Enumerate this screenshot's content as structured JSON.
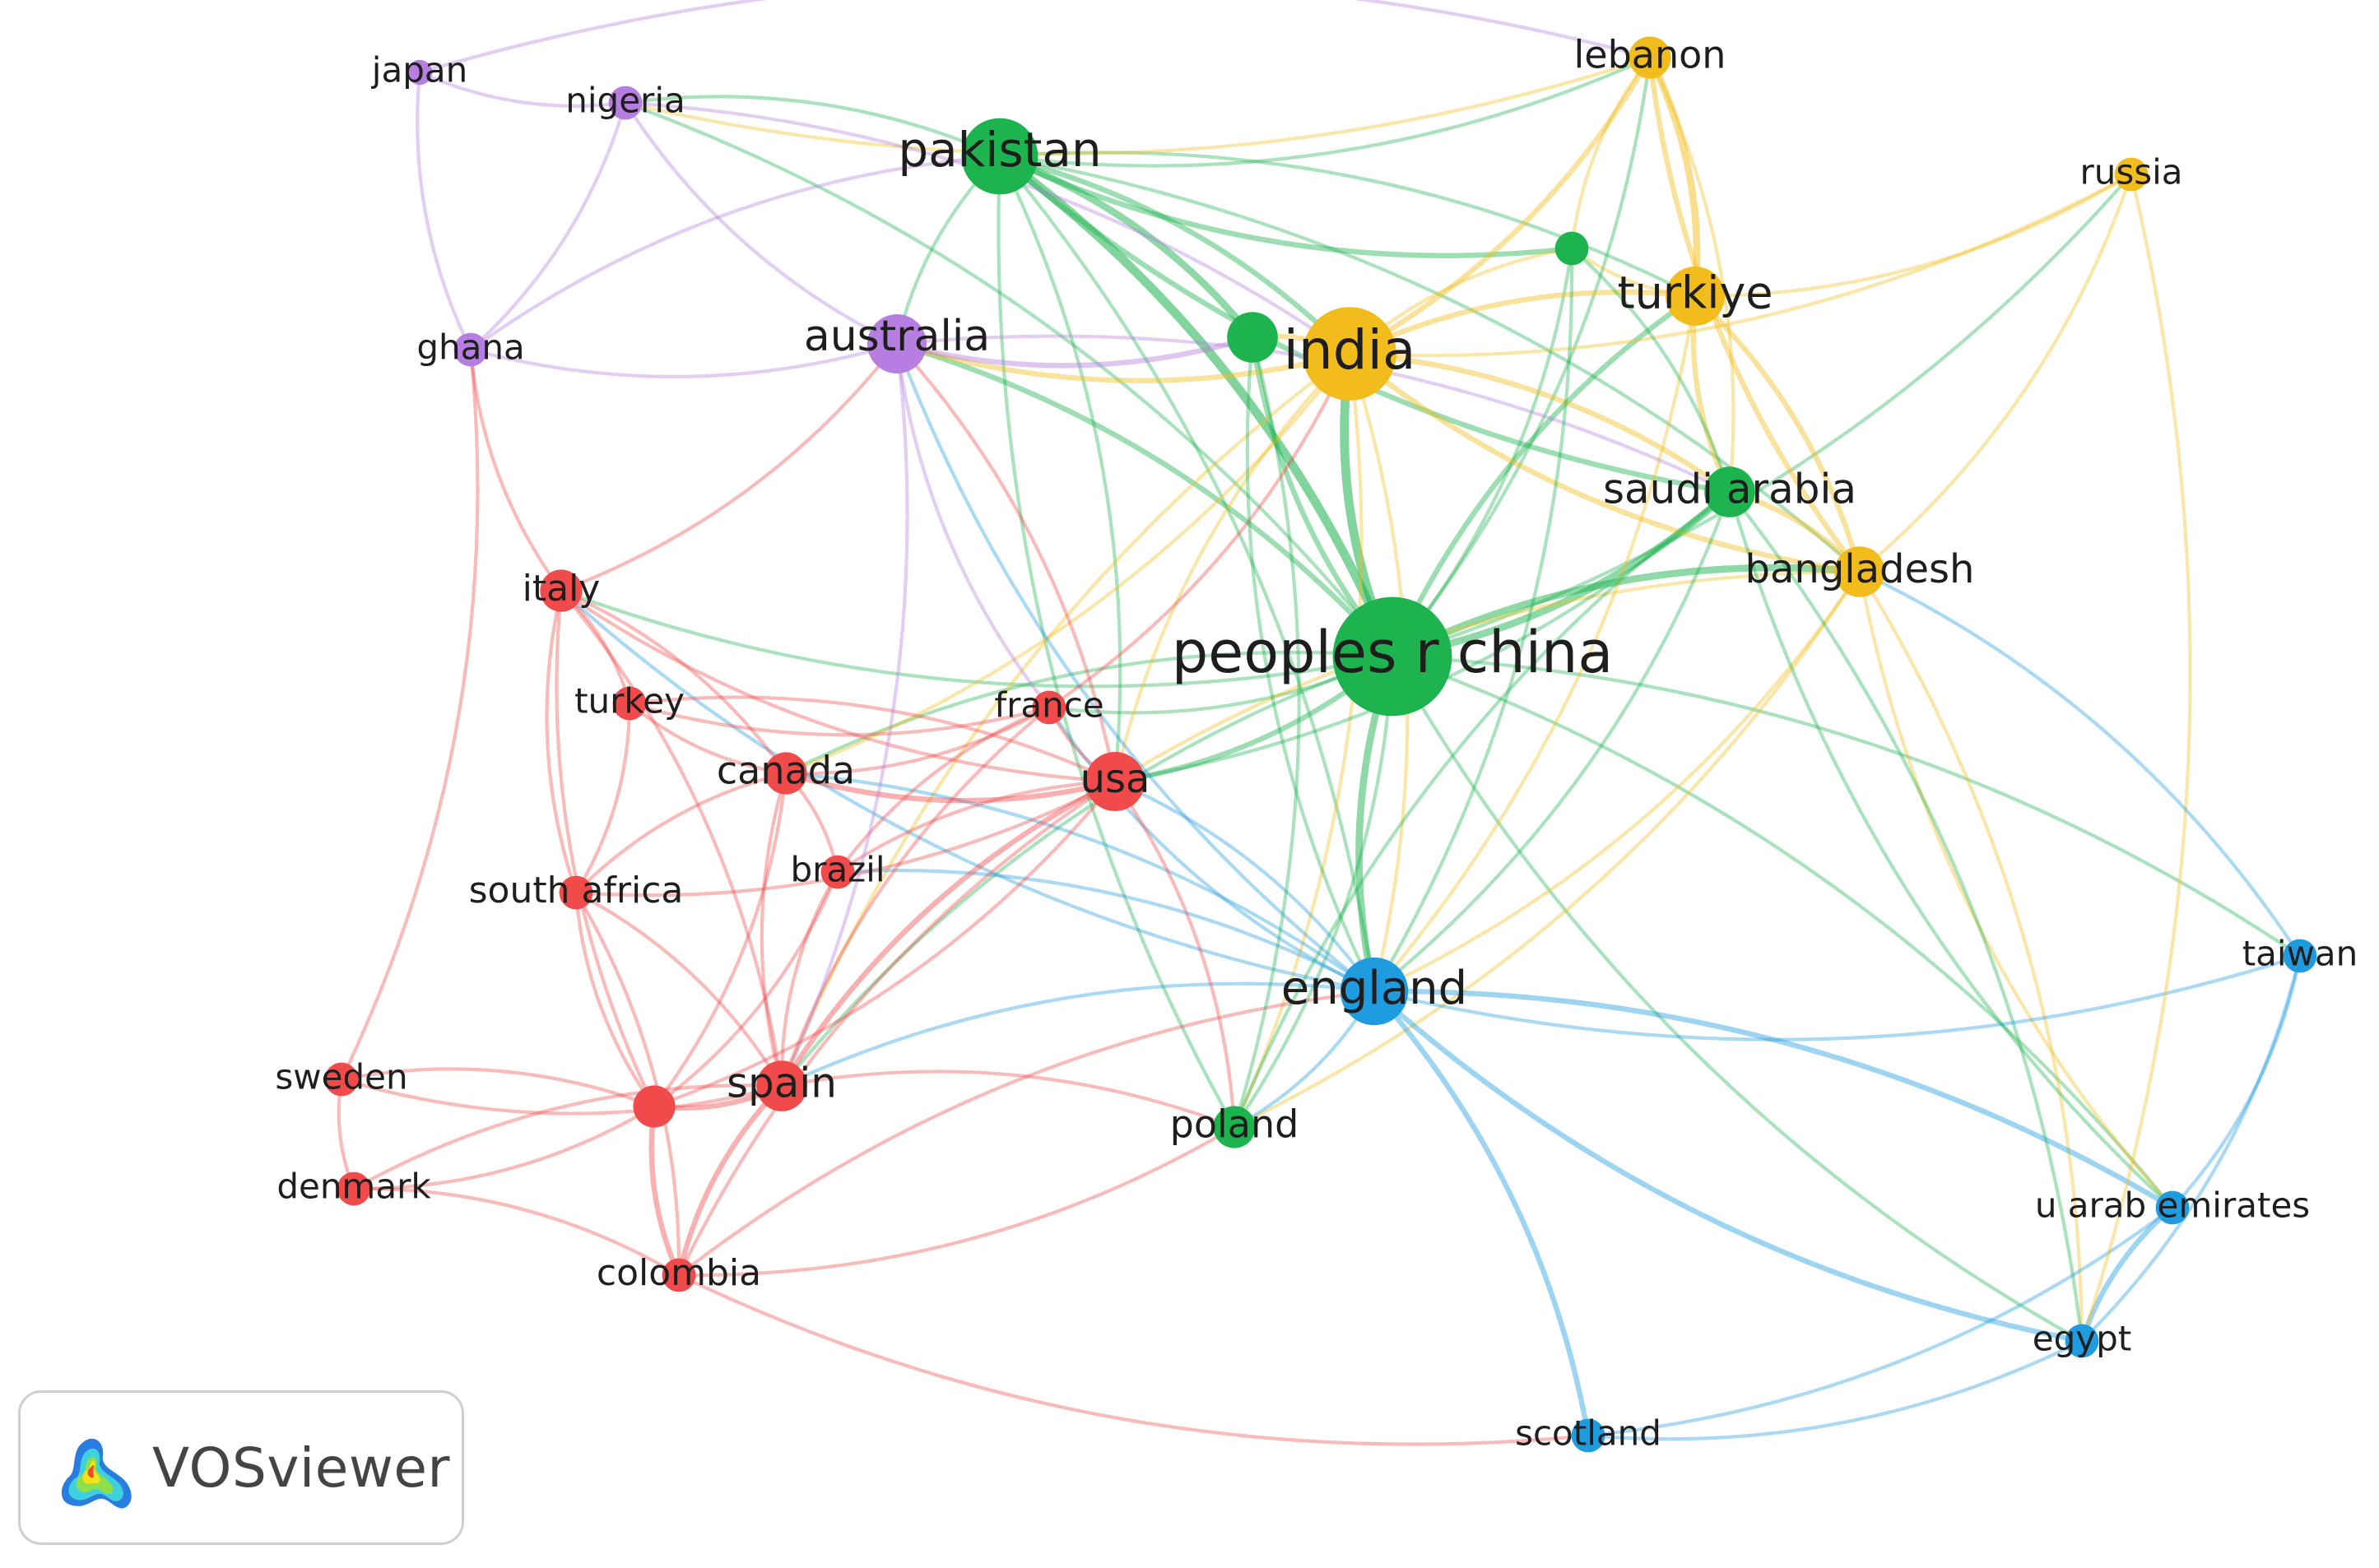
{
  "clusters": {
    "red": "#f04a4a",
    "green": "#1db34f",
    "blue": "#1f9ce0",
    "yellow": "#f2bd1c",
    "purple": "#b57ee0"
  },
  "nodes": [
    {
      "id": "japan",
      "label": "japan",
      "cluster": "purple",
      "weight": 1
    },
    {
      "id": "nigeria",
      "label": "nigeria",
      "cluster": "purple",
      "weight": 2
    },
    {
      "id": "ghana",
      "label": "ghana",
      "cluster": "purple",
      "weight": 2
    },
    {
      "id": "australia",
      "label": "australia",
      "cluster": "purple",
      "weight": 5
    },
    {
      "id": "pakistan",
      "label": "pakistan",
      "cluster": "green",
      "weight": 7
    },
    {
      "id": "green_small",
      "label": "",
      "cluster": "green",
      "weight": 2
    },
    {
      "id": "green_mid",
      "label": "",
      "cluster": "green",
      "weight": 4
    },
    {
      "id": "india",
      "label": "india",
      "cluster": "yellow",
      "weight": 9
    },
    {
      "id": "lebanon",
      "label": "lebanon",
      "cluster": "yellow",
      "weight": 3
    },
    {
      "id": "russia",
      "label": "russia",
      "cluster": "yellow",
      "weight": 2
    },
    {
      "id": "turkiye",
      "label": "turkiye",
      "cluster": "yellow",
      "weight": 5
    },
    {
      "id": "saudi_arabia",
      "label": "saudi arabia",
      "cluster": "green",
      "weight": 4
    },
    {
      "id": "bangladesh",
      "label": "bangladesh",
      "cluster": "yellow",
      "weight": 4
    },
    {
      "id": "peoples_r_china",
      "label": "peoples r china",
      "cluster": "green",
      "weight": 12
    },
    {
      "id": "italy",
      "label": "italy",
      "cluster": "red",
      "weight": 3
    },
    {
      "id": "turkey",
      "label": "turkey",
      "cluster": "red",
      "weight": 2
    },
    {
      "id": "france",
      "label": "france",
      "cluster": "red",
      "weight": 2
    },
    {
      "id": "canada",
      "label": "canada",
      "cluster": "red",
      "weight": 3
    },
    {
      "id": "usa",
      "label": "usa",
      "cluster": "red",
      "weight": 5
    },
    {
      "id": "brazil",
      "label": "brazil",
      "cluster": "red",
      "weight": 2
    },
    {
      "id": "south_africa",
      "label": "south africa",
      "cluster": "red",
      "weight": 2
    },
    {
      "id": "red_unlabeled",
      "label": "",
      "cluster": "red",
      "weight": 3
    },
    {
      "id": "spain",
      "label": "spain",
      "cluster": "red",
      "weight": 4
    },
    {
      "id": "sweden",
      "label": "sweden",
      "cluster": "red",
      "weight": 2
    },
    {
      "id": "denmark",
      "label": "denmark",
      "cluster": "red",
      "weight": 2
    },
    {
      "id": "colombia",
      "label": "colombia",
      "cluster": "red",
      "weight": 2
    },
    {
      "id": "england",
      "label": "england",
      "cluster": "blue",
      "weight": 6
    },
    {
      "id": "poland",
      "label": "poland",
      "cluster": "green",
      "weight": 3
    },
    {
      "id": "taiwan",
      "label": "taiwan",
      "cluster": "blue",
      "weight": 2
    },
    {
      "id": "u_arab_emirates",
      "label": "u arab emirates",
      "cluster": "blue",
      "weight": 2
    },
    {
      "id": "egypt",
      "label": "egypt",
      "cluster": "blue",
      "weight": 2
    },
    {
      "id": "scotland",
      "label": "scotland",
      "cluster": "blue",
      "weight": 2
    }
  ],
  "edges": [
    [
      "peoples_r_china",
      "pakistan",
      4
    ],
    [
      "peoples_r_china",
      "india",
      4
    ],
    [
      "peoples_r_china",
      "saudi_arabia",
      3
    ],
    [
      "peoples_r_china",
      "bangladesh",
      3
    ],
    [
      "peoples_r_china",
      "england",
      3
    ],
    [
      "peoples_r_china",
      "usa",
      2
    ],
    [
      "peoples_r_china",
      "australia",
      2
    ],
    [
      "peoples_r_china",
      "turkiye",
      2
    ],
    [
      "peoples_r_china",
      "lebanon",
      1
    ],
    [
      "peoples_r_china",
      "green_mid",
      2
    ],
    [
      "peoples_r_china",
      "green_small",
      1
    ],
    [
      "peoples_r_china",
      "poland",
      1
    ],
    [
      "peoples_r_china",
      "canada",
      1
    ],
    [
      "peoples_r_china",
      "france",
      1
    ],
    [
      "peoples_r_china",
      "spain",
      1
    ],
    [
      "peoples_r_china",
      "taiwan",
      1
    ],
    [
      "peoples_r_china",
      "egypt",
      1
    ],
    [
      "peoples_r_china",
      "u_arab_emirates",
      1
    ],
    [
      "peoples_r_china",
      "russia",
      1
    ],
    [
      "peoples_r_china",
      "italy",
      1
    ],
    [
      "peoples_r_china",
      "nigeria",
      1
    ],
    [
      "pakistan",
      "india",
      2
    ],
    [
      "pakistan",
      "saudi_arabia",
      2
    ],
    [
      "pakistan",
      "green_mid",
      3
    ],
    [
      "pakistan",
      "green_small",
      2
    ],
    [
      "pakistan",
      "turkiye",
      1
    ],
    [
      "pakistan",
      "lebanon",
      1
    ],
    [
      "pakistan",
      "england",
      1
    ],
    [
      "pakistan",
      "poland",
      1
    ],
    [
      "pakistan",
      "bangladesh",
      1
    ],
    [
      "pakistan",
      "australia",
      1
    ],
    [
      "pakistan",
      "usa",
      1
    ],
    [
      "pakistan",
      "nigeria",
      1
    ],
    [
      "india",
      "turkiye",
      2
    ],
    [
      "india",
      "bangladesh",
      2
    ],
    [
      "india",
      "saudi_arabia",
      2
    ],
    [
      "india",
      "lebanon",
      2
    ],
    [
      "india",
      "england",
      1
    ],
    [
      "india",
      "usa",
      1
    ],
    [
      "india",
      "australia",
      2
    ],
    [
      "india",
      "russia",
      1
    ],
    [
      "india",
      "poland",
      1
    ],
    [
      "india",
      "green_mid",
      2
    ],
    [
      "india",
      "green_small",
      1
    ],
    [
      "india",
      "spain",
      1
    ],
    [
      "india",
      "canada",
      1
    ],
    [
      "turkiye",
      "lebanon",
      3
    ],
    [
      "turkiye",
      "bangladesh",
      2
    ],
    [
      "turkiye",
      "saudi_arabia",
      2
    ],
    [
      "turkiye",
      "green_small",
      1
    ],
    [
      "turkiye",
      "russia",
      1
    ],
    [
      "turkiye",
      "england",
      1
    ],
    [
      "lebanon",
      "bangladesh",
      2
    ],
    [
      "lebanon",
      "saudi_arabia",
      1
    ],
    [
      "lebanon",
      "green_small",
      1
    ],
    [
      "lebanon",
      "nigeria",
      1
    ],
    [
      "bangladesh",
      "saudi_arabia",
      2
    ],
    [
      "bangladesh",
      "england",
      1
    ],
    [
      "bangladesh",
      "usa",
      1
    ],
    [
      "bangladesh",
      "egypt",
      1
    ],
    [
      "bangladesh",
      "u_arab_emirates",
      1
    ],
    [
      "bangladesh",
      "poland",
      1
    ],
    [
      "bangladesh",
      "russia",
      1
    ],
    [
      "saudi_arabia",
      "england",
      1
    ],
    [
      "saudi_arabia",
      "green_small",
      1
    ],
    [
      "saudi_arabia",
      "egypt",
      1
    ],
    [
      "saudi_arabia",
      "u_arab_emirates",
      1
    ],
    [
      "saudi_arabia",
      "usa",
      1
    ],
    [
      "england",
      "usa",
      1
    ],
    [
      "england",
      "scotland",
      2
    ],
    [
      "england",
      "egypt",
      2
    ],
    [
      "england",
      "u_arab_emirates",
      2
    ],
    [
      "england",
      "taiwan",
      1
    ],
    [
      "england",
      "australia",
      1
    ],
    [
      "england",
      "spain",
      1
    ],
    [
      "england",
      "poland",
      1
    ],
    [
      "england",
      "canada",
      1
    ],
    [
      "england",
      "france",
      1
    ],
    [
      "england",
      "brazil",
      1
    ],
    [
      "england",
      "italy",
      1
    ],
    [
      "u_arab_emirates",
      "egypt",
      2
    ],
    [
      "u_arab_emirates",
      "scotland",
      1
    ],
    [
      "u_arab_emirates",
      "taiwan",
      1
    ],
    [
      "egypt",
      "scotland",
      1
    ],
    [
      "egypt",
      "taiwan",
      1
    ],
    [
      "usa",
      "canada",
      2
    ],
    [
      "usa",
      "spain",
      2
    ],
    [
      "usa",
      "france",
      1
    ],
    [
      "usa",
      "brazil",
      1
    ],
    [
      "usa",
      "italy",
      1
    ],
    [
      "usa",
      "australia",
      1
    ],
    [
      "usa",
      "red_unlabeled",
      1
    ],
    [
      "usa",
      "colombia",
      1
    ],
    [
      "usa",
      "south_africa",
      1
    ],
    [
      "usa",
      "turkey",
      1
    ],
    [
      "usa",
      "poland",
      1
    ],
    [
      "canada",
      "spain",
      1
    ],
    [
      "canada",
      "brazil",
      1
    ],
    [
      "canada",
      "italy",
      1
    ],
    [
      "canada",
      "turkey",
      1
    ],
    [
      "canada",
      "south_africa",
      1
    ],
    [
      "canada",
      "red_unlabeled",
      1
    ],
    [
      "canada",
      "france",
      1
    ],
    [
      "spain",
      "red_unlabeled",
      2
    ],
    [
      "spain",
      "colombia",
      2
    ],
    [
      "spain",
      "brazil",
      1
    ],
    [
      "spain",
      "italy",
      1
    ],
    [
      "spain",
      "sweden",
      1
    ],
    [
      "spain",
      "denmark",
      1
    ],
    [
      "spain",
      "poland",
      1
    ],
    [
      "spain",
      "south_africa",
      1
    ],
    [
      "spain",
      "france",
      1
    ],
    [
      "red_unlabeled",
      "colombia",
      2
    ],
    [
      "red_unlabeled",
      "south_africa",
      1
    ],
    [
      "red_unlabeled",
      "sweden",
      1
    ],
    [
      "red_unlabeled",
      "denmark",
      1
    ],
    [
      "red_unlabeled",
      "brazil",
      1
    ],
    [
      "red_unlabeled",
      "italy",
      1
    ],
    [
      "sweden",
      "denmark",
      1
    ],
    [
      "denmark",
      "colombia",
      1
    ],
    [
      "sweden",
      "ghana",
      1
    ],
    [
      "italy",
      "turkey",
      1
    ],
    [
      "italy",
      "south_africa",
      1
    ],
    [
      "italy",
      "ghana",
      1
    ],
    [
      "italy",
      "australia",
      1
    ],
    [
      "turkey",
      "south_africa",
      1
    ],
    [
      "turkey",
      "france",
      1
    ],
    [
      "south_africa",
      "colombia",
      1
    ],
    [
      "colombia",
      "poland",
      1
    ],
    [
      "colombia",
      "england",
      1
    ],
    [
      "colombia",
      "scotland",
      1
    ],
    [
      "brazil",
      "france",
      1
    ],
    [
      "ghana",
      "nigeria",
      1
    ],
    [
      "ghana",
      "japan",
      1
    ],
    [
      "ghana",
      "australia",
      1
    ],
    [
      "ghana",
      "pakistan",
      1
    ],
    [
      "japan",
      "nigeria",
      1
    ],
    [
      "japan",
      "lebanon",
      1
    ],
    [
      "nigeria",
      "australia",
      1
    ],
    [
      "nigeria",
      "india",
      1
    ],
    [
      "australia",
      "green_mid",
      2
    ],
    [
      "australia",
      "spain",
      1
    ],
    [
      "australia",
      "france",
      1
    ],
    [
      "australia",
      "saudi_arabia",
      1
    ],
    [
      "poland",
      "green_mid",
      1
    ],
    [
      "poland",
      "saudi_arabia",
      1
    ],
    [
      "france",
      "india",
      1
    ],
    [
      "green_small",
      "england",
      1
    ],
    [
      "green_mid",
      "england",
      1
    ],
    [
      "russia",
      "egypt",
      1
    ],
    [
      "taiwan",
      "bangladesh",
      1
    ]
  ],
  "logo": {
    "text": "VOSviewer"
  }
}
